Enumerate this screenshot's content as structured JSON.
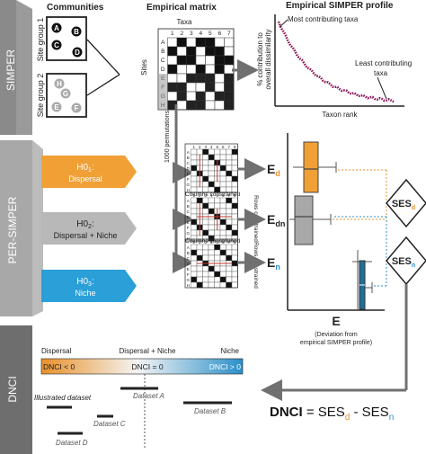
{
  "side_labels": {
    "simper": "SIMPER",
    "persimper": "PER-SIMPER",
    "dnci": "DNCI"
  },
  "simper": {
    "communities_title": "Communities",
    "site_group_1": "Site group 1",
    "site_group_2": "Site group 2",
    "group1_letters": [
      "A",
      "B",
      "C",
      "D"
    ],
    "group2_letters": [
      "H",
      "G",
      "E",
      "F"
    ],
    "matrix_title": "Empirical matrix",
    "taxa_label": "Taxa",
    "sites_label": "Sites",
    "matrix_cols": [
      "1",
      "2",
      "3",
      "4",
      "5",
      "6",
      "7"
    ],
    "matrix_rows": [
      "A",
      "B",
      "C",
      "D",
      "E",
      "F",
      "G",
      "H"
    ],
    "profile_title": "Empirical SIMPER profile",
    "most_label": "Most contributing taxa",
    "least_label_1": "Least contributing",
    "least_label_2": "taxa",
    "ylabel_1": "% contribution to",
    "ylabel_2": "overall dissimilarity",
    "xlabel": "Taxon rank"
  },
  "persimper": {
    "permutations": "1000 permutations",
    "h01_name": "H0",
    "h01_sub": "1",
    "h01_desc": "Dispersal",
    "h02_name": "H0",
    "h02_sub": "2",
    "h02_desc": "Dispersal + Niche",
    "h03_name": "H0",
    "h03_sub": "3",
    "h03_desc": "Niche",
    "columns_constrained": "Columns constrained",
    "rows_constrained": "Rows constrained",
    "rows_columns_constrained": "Rows constrained",
    "e_d_main": "E",
    "e_d_sub": "d",
    "e_dn_main": "E",
    "e_dn_sub": "dn",
    "e_n_main": "E",
    "e_n_sub": "n",
    "e_axis": "E",
    "e_axis_caption_1": "(Deviation from",
    "e_axis_caption_2": "empirical SIMPER profile)",
    "ses_d_main": "SES",
    "ses_d_sub": "d",
    "ses_n_main": "SES",
    "ses_n_sub": "n"
  },
  "dnci": {
    "scale_left": "Dispersal",
    "scale_mid": "Dispersal + Niche",
    "scale_right": "Niche",
    "bar_left": "DNCI < 0",
    "bar_mid": "DNCI = 0",
    "bar_right": "DNCI > 0",
    "illustrated": "Illustrated dataset",
    "dataset_a": "Dataset A",
    "dataset_b": "Dataset B",
    "dataset_c": "Dataset C",
    "dataset_d": "Dataset D",
    "formula_lhs": "DNCI",
    "formula_eq": " = SES",
    "formula_sub1": "d",
    "formula_minus": " - SES",
    "formula_sub2": "n"
  },
  "colors": {
    "dispersal": "#f0a035",
    "niche": "#2a9fd8",
    "both": "#b8b8b8",
    "profile": "#8b1a5c",
    "ses_d": "#e8912a",
    "ses_n": "#2b8fc9"
  }
}
